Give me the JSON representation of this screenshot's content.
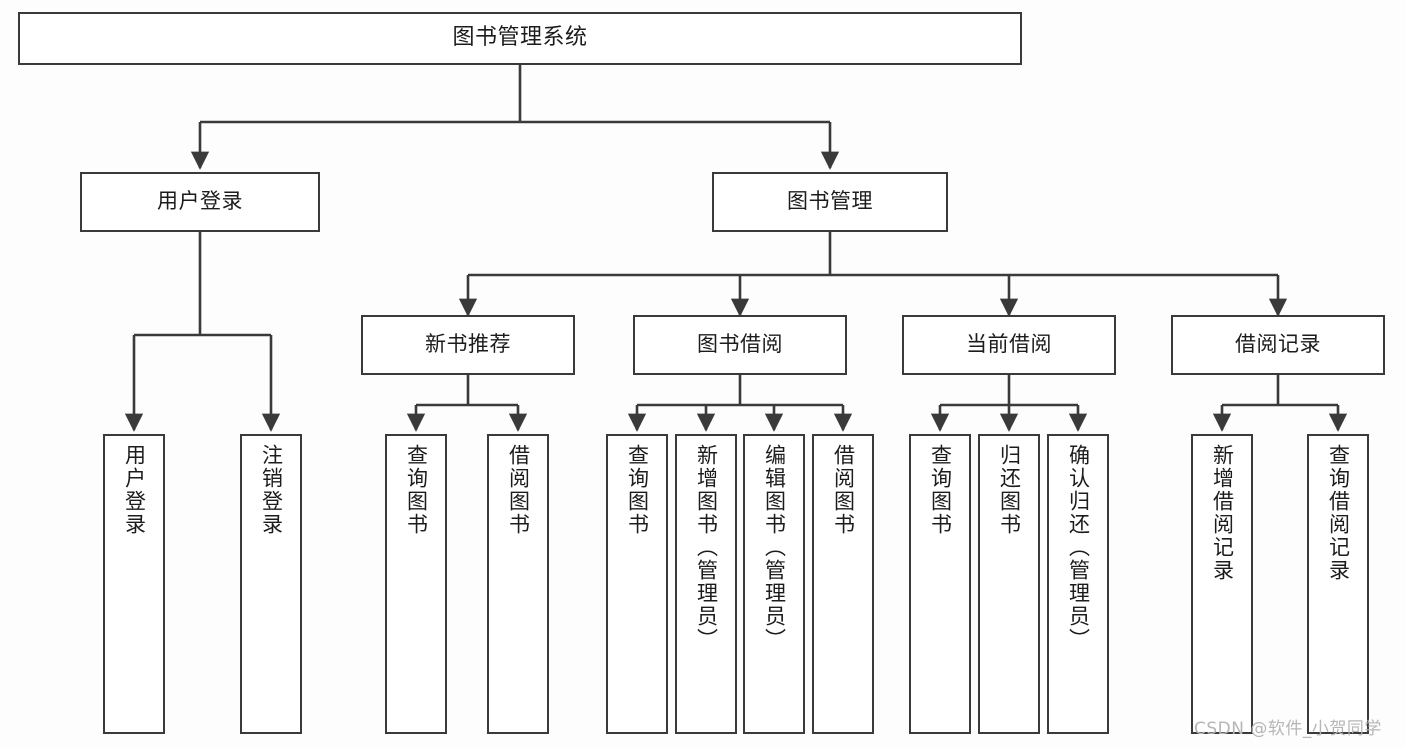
{
  "diagram": {
    "title": "图书管理系统",
    "type": "功能结构图",
    "root": {
      "label": "图书管理系统"
    },
    "level2": [
      {
        "label": "用户登录"
      },
      {
        "label": "图书管理"
      }
    ],
    "level3": [
      {
        "label": "新书推荐"
      },
      {
        "label": "图书借阅"
      },
      {
        "label": "当前借阅"
      },
      {
        "label": "借阅记录"
      }
    ],
    "leaves": {
      "user_login": [
        {
          "label": "用户登录"
        },
        {
          "label": "注销登录"
        }
      ],
      "new_book_recommend": [
        {
          "label": "查询图书"
        },
        {
          "label": "借阅图书"
        }
      ],
      "book_borrow": [
        {
          "label": "查询图书"
        },
        {
          "label": "新增图书（管理员）"
        },
        {
          "label": "编辑图书（管理员）"
        },
        {
          "label": "借阅图书"
        }
      ],
      "current_borrow": [
        {
          "label": "查询图书"
        },
        {
          "label": "归还图书"
        },
        {
          "label": "确认归还（管理员）"
        }
      ],
      "borrow_record": [
        {
          "label": "新增借阅记录"
        },
        {
          "label": "查询借阅记录"
        }
      ]
    }
  },
  "watermark": {
    "text": "CSDN @软件_小贺同学"
  },
  "colors": {
    "background": "#fdfdfd",
    "node_fill": "#ffffff",
    "node_border": "#3a3a3a",
    "edge": "#3a3a3a",
    "text": "#1c1c1c",
    "watermark": "#b6b6b6"
  }
}
